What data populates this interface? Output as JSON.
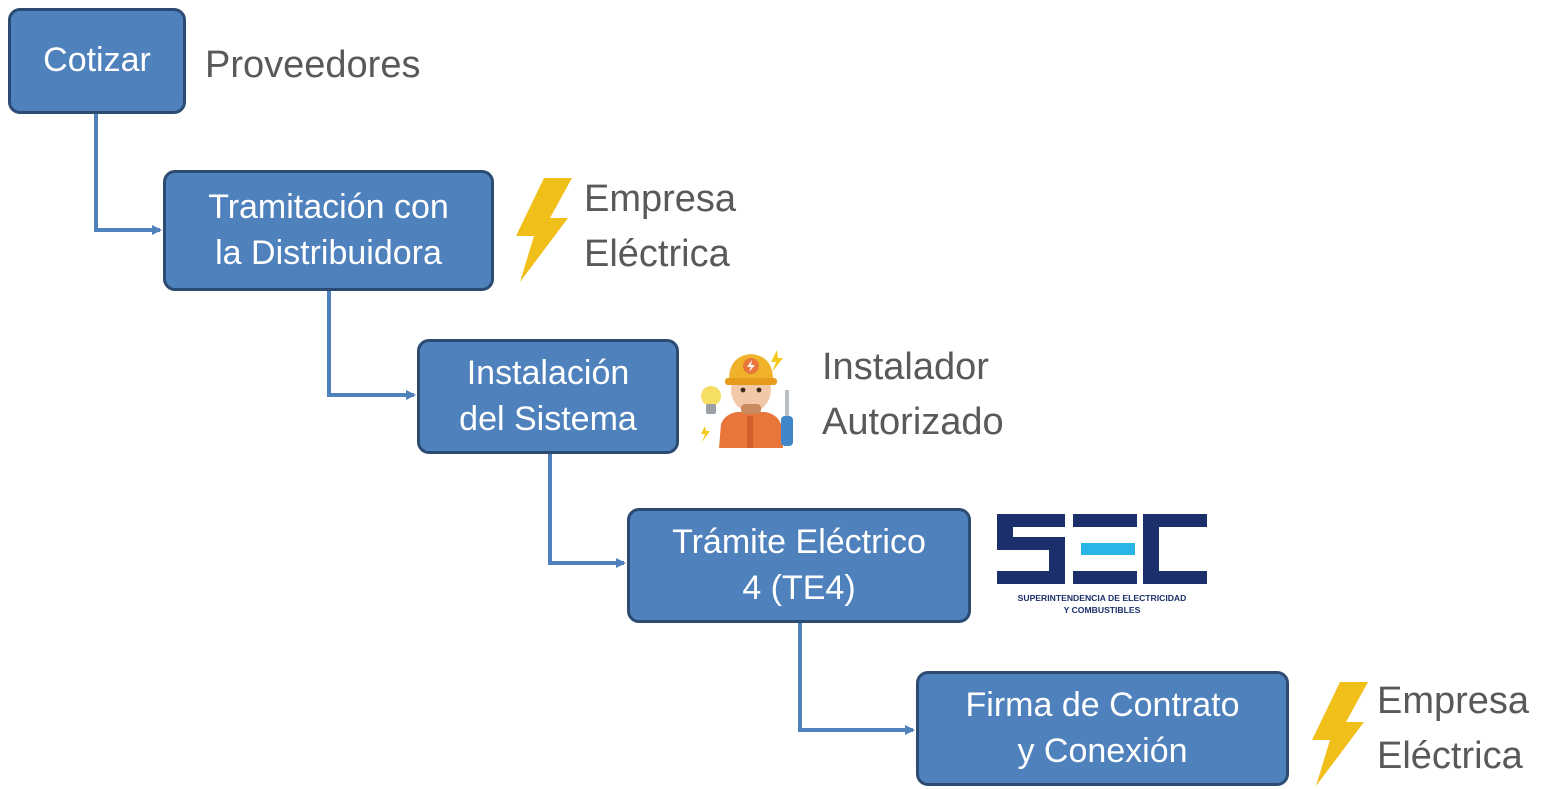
{
  "colors": {
    "box_fill": "#4f81bd",
    "box_border": "#2c4b72",
    "connector": "#4f81bd",
    "actor_text": "#595959",
    "bolt": "#f0bf1a",
    "sec_navy": "#1b2f6b",
    "sec_cyan": "#29b6e6"
  },
  "steps": [
    {
      "lines": [
        "Cotizar"
      ],
      "actor": [
        "Proveedores"
      ],
      "icon": null
    },
    {
      "lines": [
        "Tramitación con",
        "la Distribuidora"
      ],
      "actor": [
        "Empresa",
        "Eléctrica"
      ],
      "icon": "lightning-bolt-icon"
    },
    {
      "lines": [
        "Instalación",
        "del Sistema"
      ],
      "actor": [
        "Instalador",
        "Autorizado"
      ],
      "icon": "electrician-icon"
    },
    {
      "lines": [
        "Trámite Eléctrico",
        "4 (TE4)"
      ],
      "actor": [],
      "icon": "sec-logo"
    },
    {
      "lines": [
        "Firma de Contrato",
        "y Conexión"
      ],
      "actor": [
        "Empresa",
        "Eléctrica"
      ],
      "icon": "lightning-bolt-icon"
    }
  ],
  "sec_logo": {
    "caption_line1": "SUPERINTENDENCIA DE ELECTRICIDAD",
    "caption_line2": "Y COMBUSTIBLES"
  }
}
